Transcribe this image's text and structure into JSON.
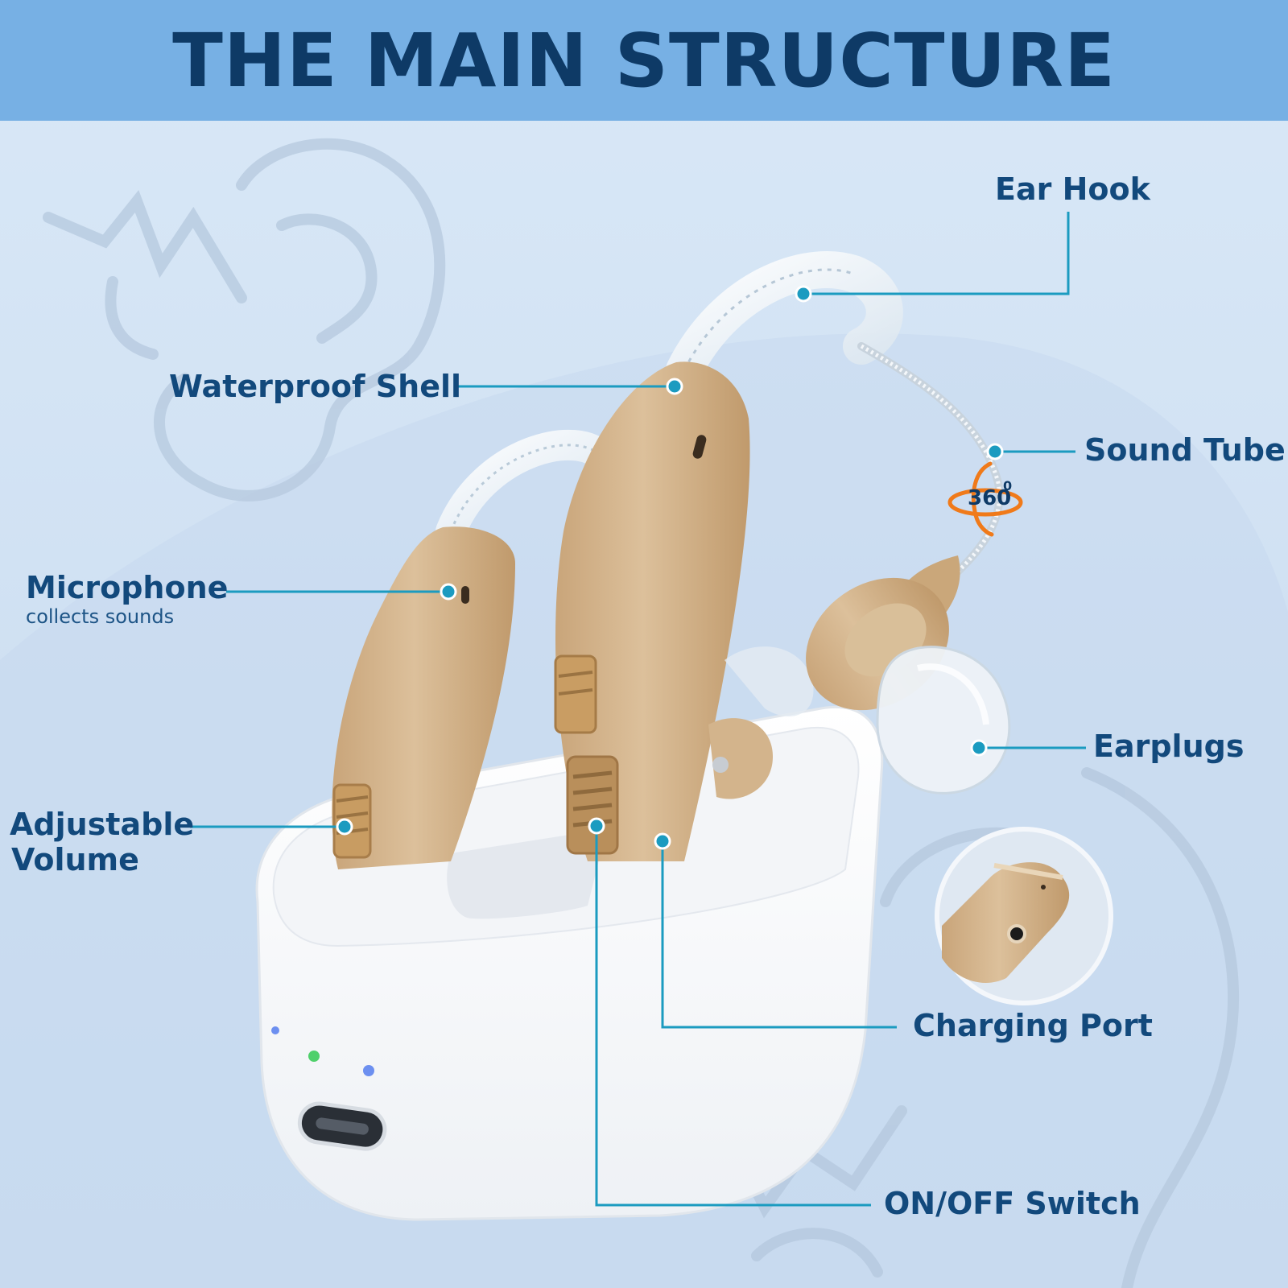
{
  "title": "THE MAIN STRUCTURE",
  "badge": {
    "value": "360",
    "unit": "0"
  },
  "labels": {
    "ear_hook": "Ear Hook",
    "waterproof_shell": "Waterproof Shell",
    "sound_tube": "Sound Tube",
    "microphone": "Microphone",
    "microphone_sub": "collects sounds",
    "earplugs": "Earplugs",
    "adjustable": "Adjustable",
    "volume": "Volume",
    "charging_port": "Charging Port",
    "on_off_switch": "ON/OFF Switch"
  },
  "colors": {
    "header_bg": "#77b0e4",
    "title": "#0e3a66",
    "label": "#12497c",
    "leader": "#1b9bc0",
    "shell": "#d4b58e",
    "case": "#ffffff",
    "badge": "#f07a1a"
  }
}
